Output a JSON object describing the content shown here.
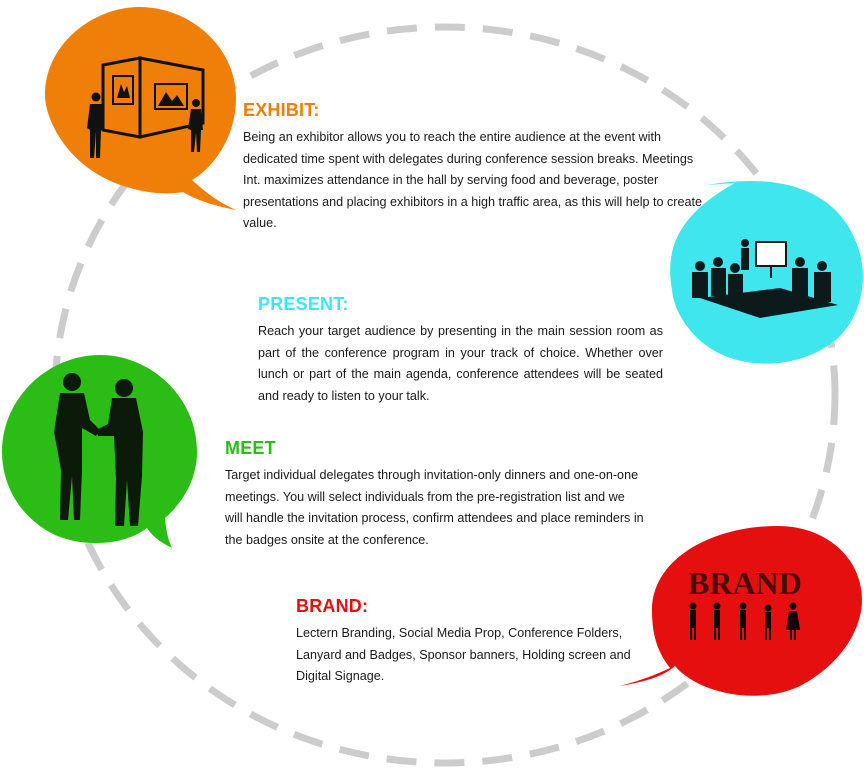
{
  "colors": {
    "exhibit": "#f07f0a",
    "present": "#3fe6ee",
    "meet": "#2bbd15",
    "brand": "#e60f0f",
    "ring": "#cccccc",
    "text": "#1a1a1a"
  },
  "sections": {
    "exhibit": {
      "title": "EXHIBIT:",
      "text": "Being an exhibitor allows you to reach the entire audience at the event with dedicated time spent with delegates during conference session breaks. Meetings Int. maximizes attendance in the hall by serving food and beverage, poster presentations and placing exhibitors in a high traffic area, as this will help to create value."
    },
    "present": {
      "title": "PRESENT:",
      "text": "Reach your target audience by presenting in the main session room as part of the conference program in your track of choice. Whether over lunch or part of the main agenda, conference attendees will be seated and ready to listen to your talk."
    },
    "meet": {
      "title": "MEET",
      "text": "Target individual delegates through invitation-only dinners and one-on-one meetings. You will select individuals from the pre-registration list and we will handle the invitation process, confirm attendees and place reminders in the badges onsite at the conference."
    },
    "brand": {
      "title": "BRAND:",
      "text": "Lectern Branding, Social Media Prop, Conference Folders, Lanyard and Badges, Sponsor banners, Holding screen and Digital Signage."
    }
  },
  "brand_bubble_word": "BRAND",
  "icons": {
    "exhibit": "exhibition-booth-silhouette-icon",
    "present": "conference-presentation-silhouette-icon",
    "meet": "handshake-silhouette-icon",
    "brand": "people-holding-brand-letters-icon"
  }
}
